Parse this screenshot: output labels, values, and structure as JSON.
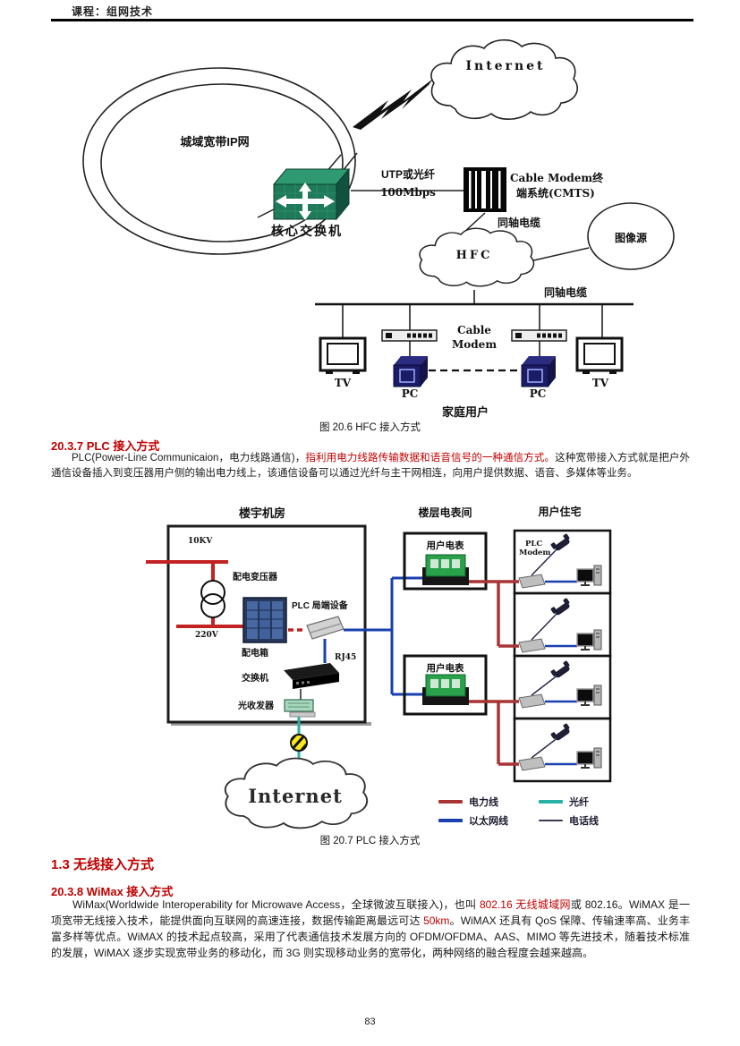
{
  "page": {
    "header": "课程：组网技术",
    "page_number": "83"
  },
  "colors": {
    "heading_red": "#c00000",
    "power_line": "#a83434",
    "ethernet_line": "#1a3fae",
    "fiber_line": "#27b0a5",
    "phone_line": "#3a3a50"
  },
  "figure_hfc": {
    "caption": "图 20.6 HFC 接入方式",
    "labels": {
      "metro_net": "城域宽带IP网",
      "internet": "Internet",
      "core_switch": "核心交换机",
      "utp_fiber": "UTP或光纤",
      "speed": "100Mbps",
      "cmts_line1": "Cable Modem终",
      "cmts_line2": "端系统(CMTS)",
      "coax": "同轴电缆",
      "hfc": "HFC",
      "image_source": "图像源",
      "cable": "Cable",
      "modem": "Modem",
      "tv": "TV",
      "pc": "PC",
      "home_users": "家庭用户"
    }
  },
  "section_plc": {
    "heading": "20.3.7 PLC 接入方式",
    "para_part1": "PLC(Power-Line Communicaion，电力线路通信)，",
    "para_red": "指利用电力线路传输数据和语音信号的一种通信方式。",
    "para_part2": "这种宽带接入方式就是把户外通信设备插入到变压器用户侧的输出电力线上，该通信设备可以通过光纤与主干网相连，向用户提供数据、语音、多媒体等业务。"
  },
  "figure_plc": {
    "caption": "图 20.7 PLC 接入方式",
    "labels": {
      "building_room": "楼宇机房",
      "meter_room": "楼层电表间",
      "residence": "用户住宅",
      "kv10": "10KV",
      "transformer": "配电变压器",
      "v220": "220V",
      "dist_box": "配电箱",
      "plc_headend": "PLC 局端设备",
      "rj45": "RJ45",
      "switch": "交换机",
      "transceiver": "光收发器",
      "user_meter": "用户电表",
      "plc": "PLC",
      "modem": "Modem",
      "internet": "Internet"
    },
    "legend": [
      {
        "label": "电力线",
        "color": "#a83434"
      },
      {
        "label": "光纤",
        "color": "#27b0a5"
      },
      {
        "label": "以太网线",
        "color": "#1a3fae"
      },
      {
        "label": "电话线",
        "color": "#3a3a50"
      }
    ]
  },
  "section_wireless": {
    "heading": "1.3 无线接入方式"
  },
  "section_wimax": {
    "heading": "20.3.8 WiMax 接入方式",
    "p1": "WiMax(Worldwide Interoperability for Microwave Access，全球微波互联接入)，也叫 ",
    "red1": "802.16 无线城域网",
    "p2": "或 802.16。WiMAX 是一项宽带无线接入技术，能提供面向互联网的高速连接，数据传输距离最远可达 ",
    "red2": "50km",
    "p3": "。WiMAX 还具有 QoS 保障、传输速率高、业务丰富多样等优点。WiMAX 的技术起点较高，采用了代表通信技术发展方向的 OFDM/OFDMA、AAS、MIMO 等先进技术，随着技术标准的发展，WiMAX 逐步实现宽带业务的移动化，而 3G 则实现移动业务的宽带化，两种网络的融合程度会越来越高。"
  }
}
